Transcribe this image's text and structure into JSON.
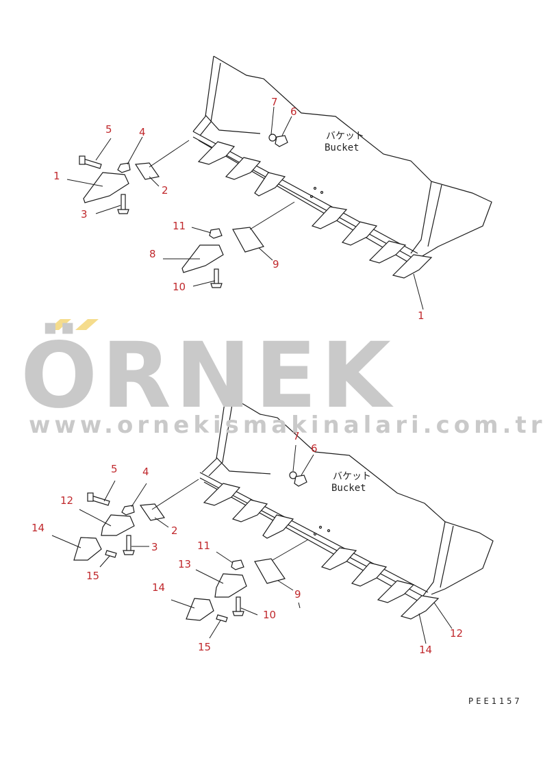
{
  "diagram_top": {
    "bucket_label_jp": "バケット",
    "bucket_label_en": "Bucket",
    "callouts": [
      {
        "id": "t1a",
        "text": "1"
      },
      {
        "id": "t2",
        "text": "2"
      },
      {
        "id": "t3",
        "text": "3"
      },
      {
        "id": "t4",
        "text": "4"
      },
      {
        "id": "t5",
        "text": "5"
      },
      {
        "id": "t6",
        "text": "6"
      },
      {
        "id": "t7",
        "text": "7"
      },
      {
        "id": "t8",
        "text": "8"
      },
      {
        "id": "t9",
        "text": "9"
      },
      {
        "id": "t10",
        "text": "10"
      },
      {
        "id": "t11",
        "text": "11"
      },
      {
        "id": "t1b",
        "text": "1"
      }
    ]
  },
  "diagram_bottom": {
    "bucket_label_jp": "バケット",
    "bucket_label_en": "Bucket",
    "callouts": [
      {
        "id": "b5",
        "text": "5"
      },
      {
        "id": "b4",
        "text": "4"
      },
      {
        "id": "b7",
        "text": "7"
      },
      {
        "id": "b6",
        "text": "6"
      },
      {
        "id": "b12a",
        "text": "12"
      },
      {
        "id": "b2",
        "text": "2"
      },
      {
        "id": "b14a",
        "text": "14"
      },
      {
        "id": "b3",
        "text": "3"
      },
      {
        "id": "b15a",
        "text": "15"
      },
      {
        "id": "b11",
        "text": "11"
      },
      {
        "id": "b13",
        "text": "13"
      },
      {
        "id": "b9",
        "text": "9"
      },
      {
        "id": "b14b",
        "text": "14"
      },
      {
        "id": "b10",
        "text": "10"
      },
      {
        "id": "b15b",
        "text": "15"
      },
      {
        "id": "b12b",
        "text": "12"
      },
      {
        "id": "b14c",
        "text": "14"
      }
    ]
  },
  "watermark": {
    "logo_text": "ÖRNEK",
    "url": "www.ornekismakinalari.com.tr",
    "accent_color": "#f5dc8c",
    "text_color": "#c9c9c9"
  },
  "drawing_code": "PEE1157",
  "callout_color": "#c0282c"
}
